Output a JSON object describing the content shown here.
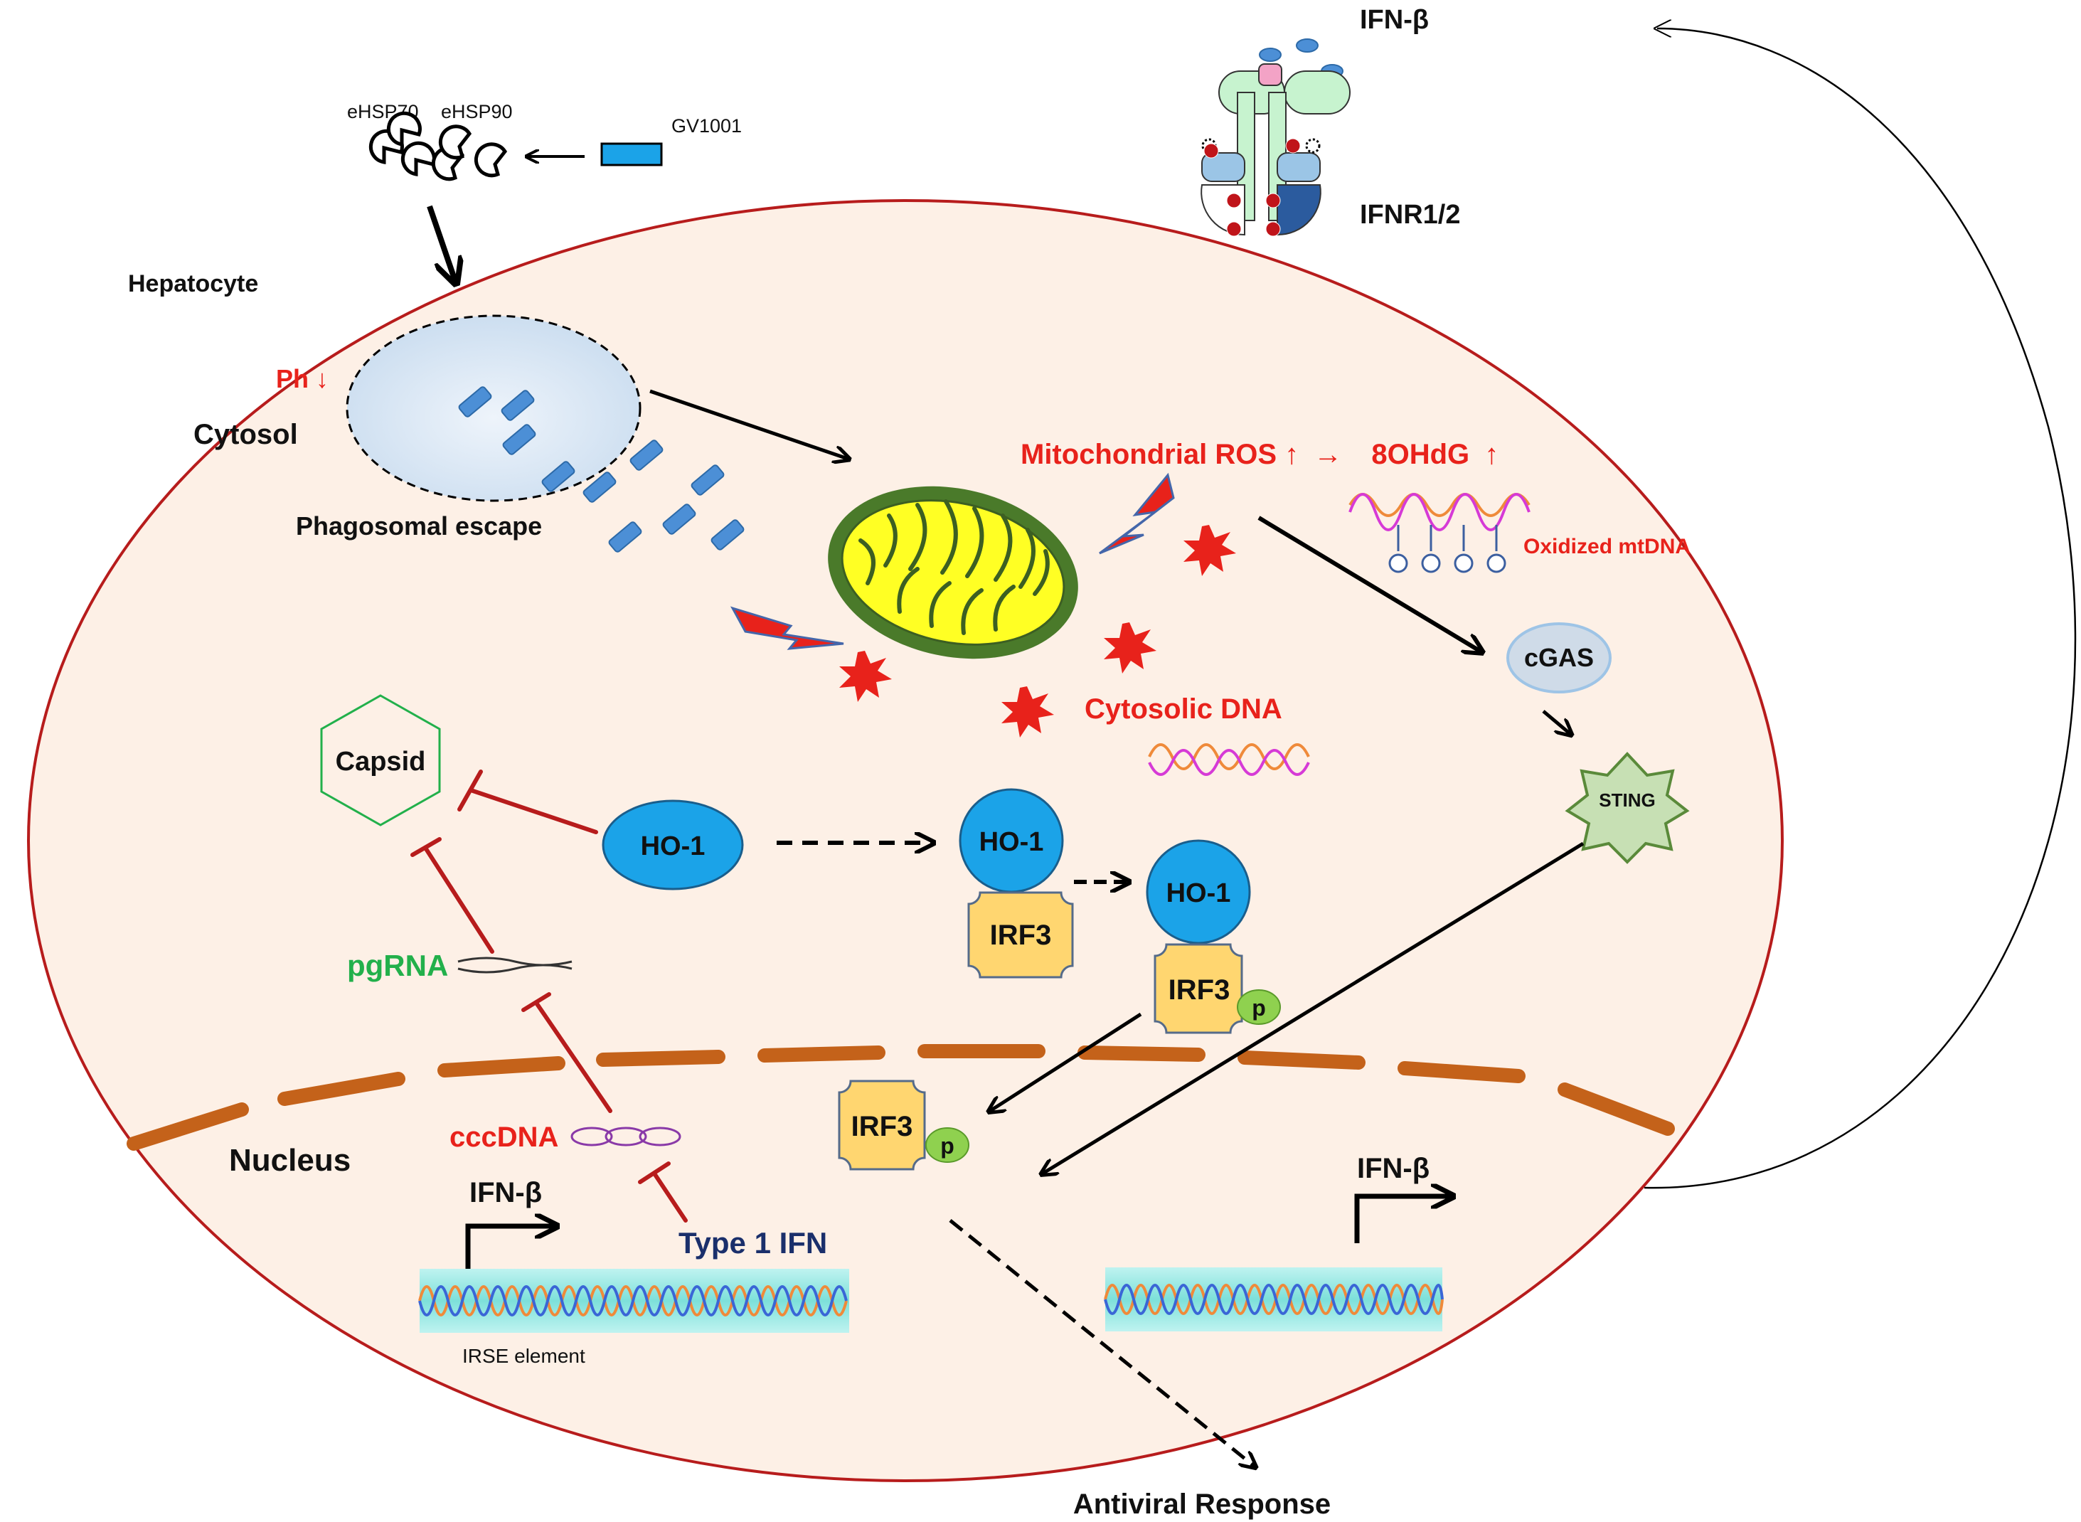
{
  "labels": {
    "ifn_beta_top": "IFN-β",
    "ifnr": "IFNR1/2",
    "ehsp70": "eHSP70",
    "ehsp90": "eHSP90",
    "gv1001": "GV1001",
    "hepatocyte": "Hepatocyte",
    "ph": "Ph",
    "cytosol": "Cytosol",
    "phagosomal_escape": "Phagosomal escape",
    "mito_ros": "Mitochondrial ROS",
    "ohdg": "8OHdG",
    "oxidized_mtdna": "Oxidized mtDNA",
    "cgas": "cGAS",
    "sting": "STING",
    "cytosolic_dna": "Cytosolic DNA",
    "capsid": "Capsid",
    "ho1": "HO-1",
    "irf3": "IRF3",
    "p": "p",
    "pgrna": "pgRNA",
    "cccdna": "cccDNA",
    "type1_ifn": "Type 1 IFN",
    "nucleus": "Nucleus",
    "ifn_beta_left": "IFN-β",
    "ifn_beta_right": "IFN-β",
    "irse": "IRSE element",
    "antiviral": "Antiviral Response",
    "arrow_up": "↑",
    "arrow_down": "↓",
    "arrow_right": "→"
  },
  "colors": {
    "cell_fill": "#fdf0e6",
    "cell_border": "#b71c1c",
    "nucleus_dash": "#c4621a",
    "inhibit": "#b71c1c",
    "ho1_fill": "#1ba3e8",
    "irf3_fill": "#ffd670",
    "mito_fill": "#ffff24",
    "mito_border": "#4a7a2a",
    "sting_fill": "#c7e0b4",
    "cgas_fill": "#cfdbe8",
    "label_red": "#e8221b",
    "label_green": "#22b04b",
    "label_navy": "#1a2f6b"
  }
}
